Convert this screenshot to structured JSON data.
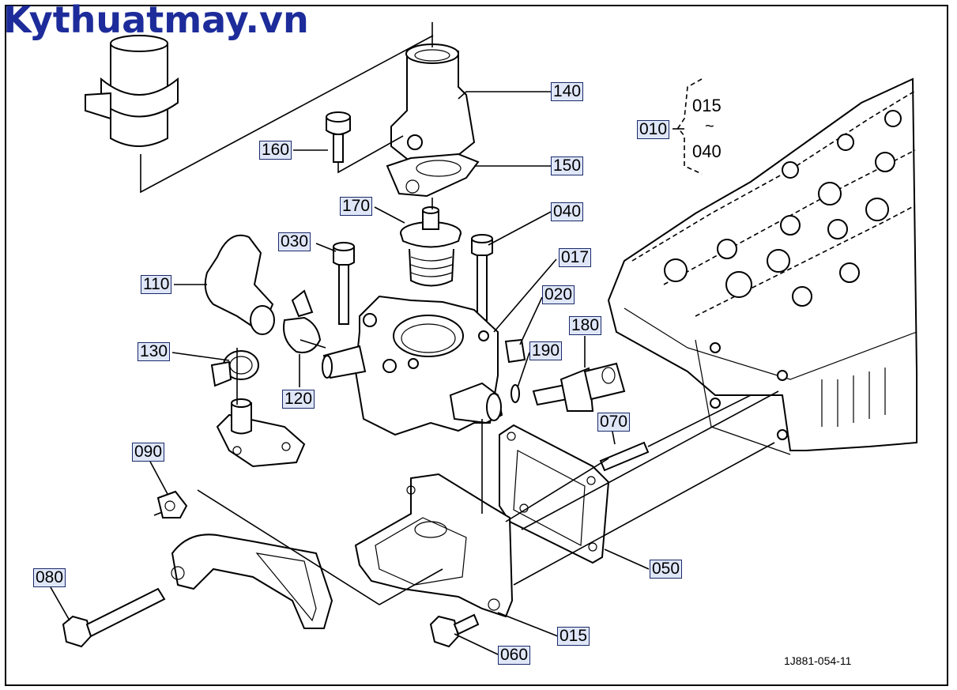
{
  "watermark": "Kythuatmay.vn",
  "drawing_number": "1J881-054-11",
  "bracket": {
    "top": "015",
    "tilde": "~",
    "bottom": "040"
  },
  "labels": {
    "p140": "140",
    "p150": "150",
    "p160": "160",
    "p170": "170",
    "p040": "040",
    "p030": "030",
    "p017": "017",
    "p020": "020",
    "p110": "110",
    "p180": "180",
    "p190": "190",
    "p130": "130",
    "p120": "120",
    "p070": "070",
    "p090": "090",
    "p050": "050",
    "p080": "080",
    "p015": "015",
    "p060": "060",
    "p010": "010"
  },
  "colors": {
    "label_fill": "#dfe6f7",
    "label_border": "#1a2a6a",
    "watermark": "#1d2c9a"
  }
}
